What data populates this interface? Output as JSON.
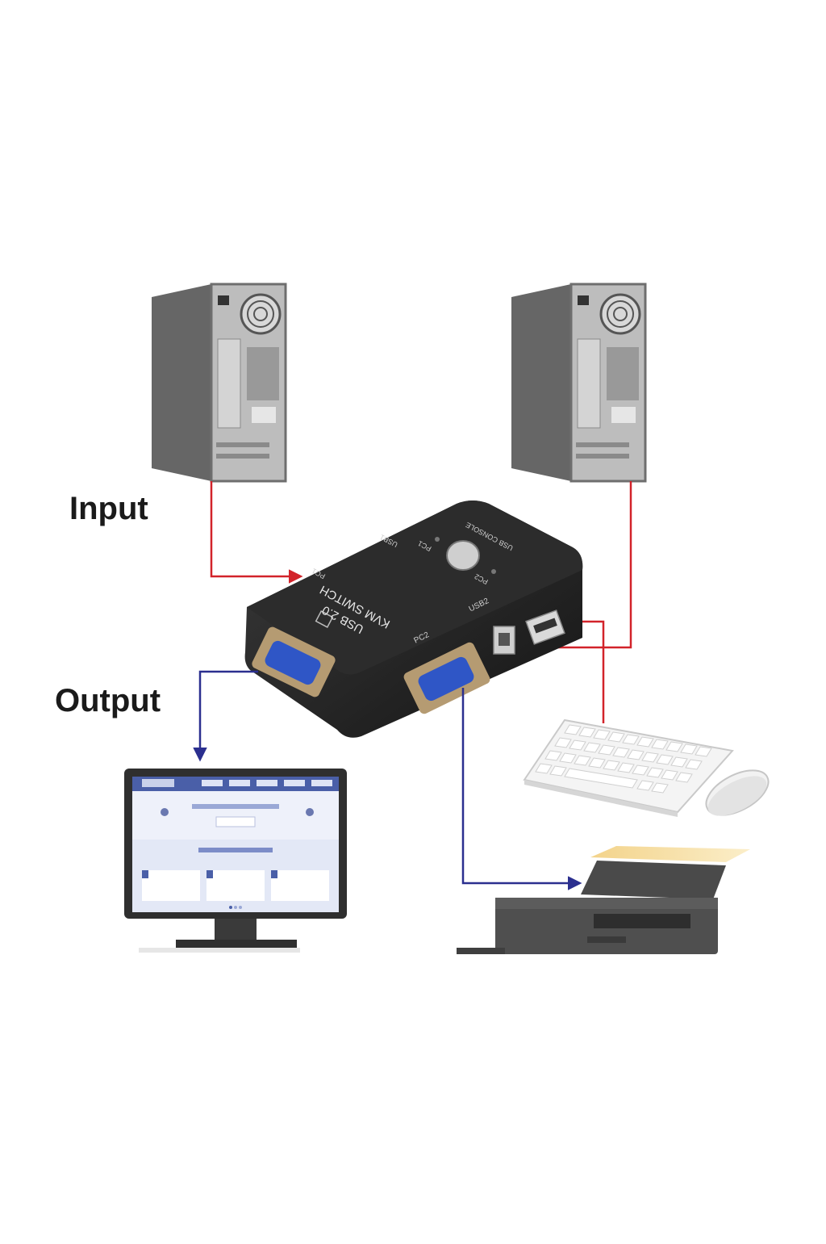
{
  "labels": {
    "input": "Input",
    "output": "Output"
  },
  "device": {
    "line1": "USB 2.0",
    "line2": "KVM SWITCH",
    "pc1": "PC1",
    "pc2": "PC2",
    "usb1": "USB1",
    "usb2": "USB2",
    "console": "USB CONSOLE",
    "pc1_port": "PC1",
    "pc2_port": "PC2"
  },
  "colors": {
    "input_line": "#d2232a",
    "output_line": "#2b2f8f",
    "device_body": "#1c1c1c",
    "vga_port": "#2f56c6",
    "tower_side": "#6a6a6a",
    "tower_front": "#c7c7c7"
  },
  "icons": [
    "pc-tower-icon",
    "pc-tower-icon",
    "kvm-switch-icon",
    "monitor-icon",
    "keyboard-icon",
    "mouse-icon",
    "printer-icon"
  ]
}
